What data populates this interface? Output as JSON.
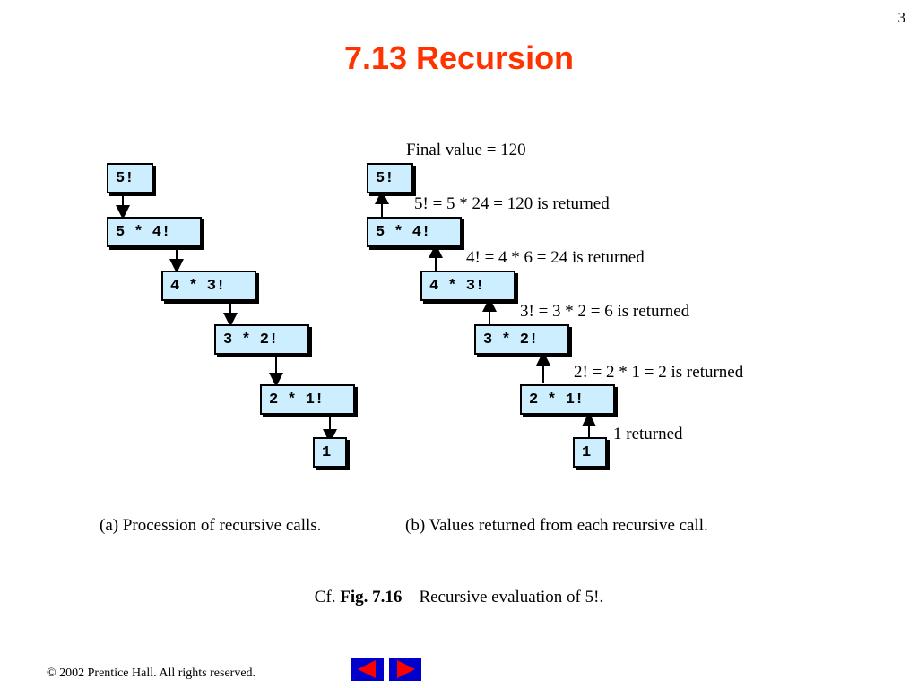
{
  "page_number": "3",
  "title": "7.13  Recursion",
  "left_boxes": [
    "5!",
    "5 * 4!",
    "4 * 3!",
    "3 * 2!",
    "2 * 1!",
    "1"
  ],
  "right_boxes": [
    "5!",
    "5 * 4!",
    "4 * 3!",
    "3 * 2!",
    "2 * 1!",
    "1"
  ],
  "annotations": {
    "final_value": "Final value = 120",
    "ret5": "5! = 5 * 24 = 120 is returned",
    "ret4": "4! = 4 * 6 = 24 is returned",
    "ret3": "3! = 3 * 2 = 6 is returned",
    "ret2": "2! = 2 * 1 = 2 is returned",
    "ret1": "1 returned"
  },
  "captions": {
    "a": "(a) Procession of recursive calls.",
    "b": "(b) Values returned from each recursive call."
  },
  "figure_caption": {
    "prefix": "Cf.",
    "label": "Fig. 7.16",
    "text": "Recursive evaluation of 5!."
  },
  "footer": {
    "copyright_symbol": "©",
    "text": "2002 Prentice Hall.  All rights reserved."
  },
  "nav": {
    "prev_icon": "left-arrow-icon",
    "next_icon": "right-arrow-icon",
    "arrow_color": "#ff0000",
    "button_color": "#0000cc"
  },
  "colors": {
    "title": "#ff3300",
    "box_fill": "#cceeff"
  }
}
